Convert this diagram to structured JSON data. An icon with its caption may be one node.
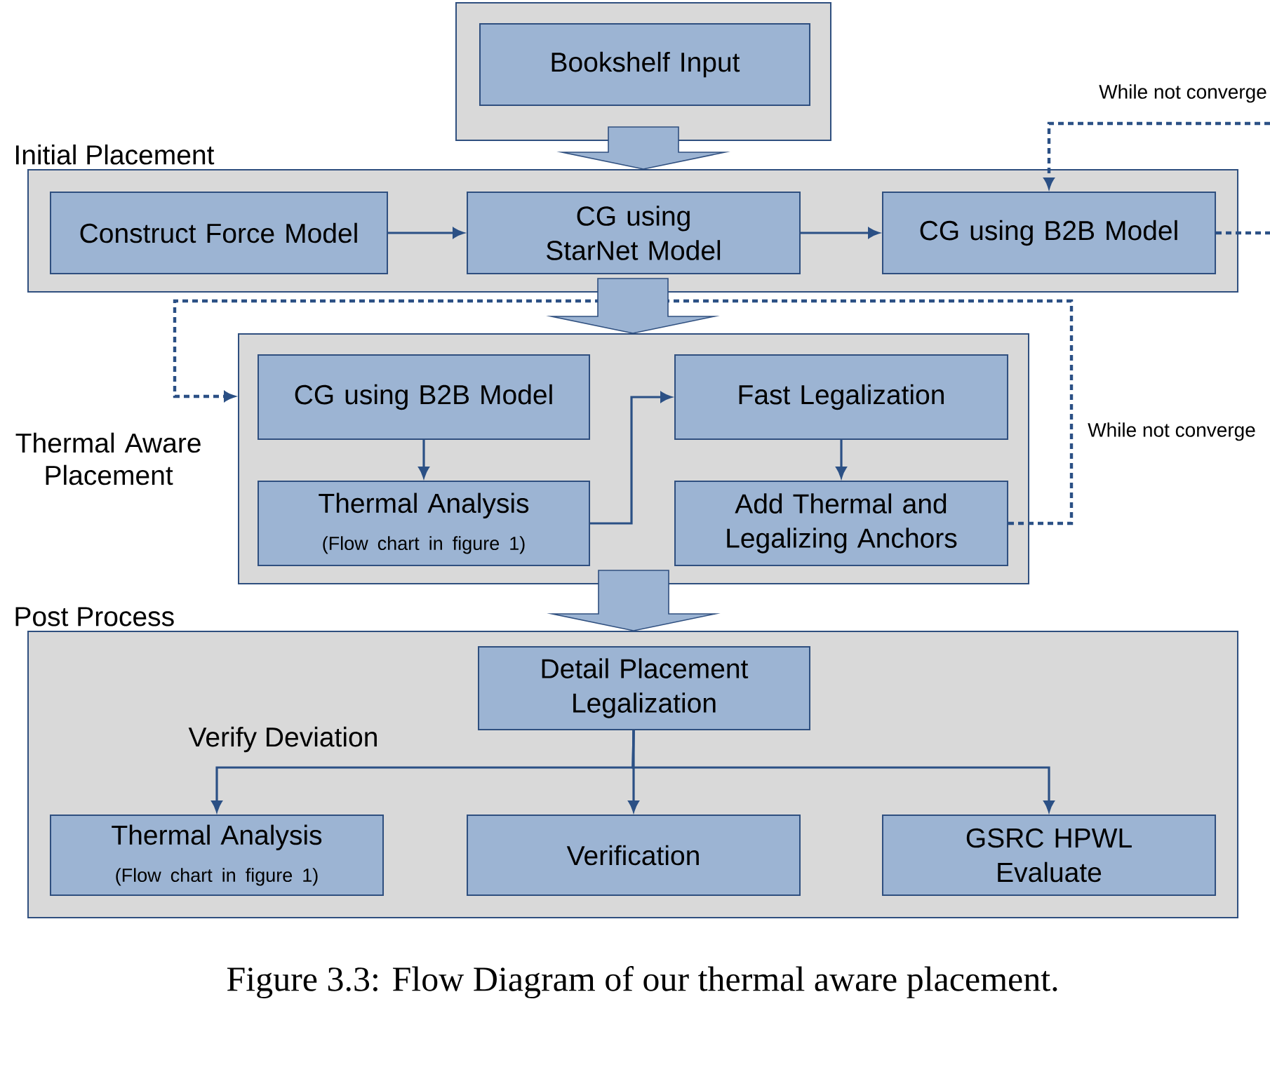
{
  "diagram": {
    "caption": "Figure 3.3: Flow Diagram of our thermal aware placement.",
    "nodes": [
      {
        "text": [],
        "shape": "box"
      },
      {
        "text": [
          "Bookshelf Input"
        ],
        "in": 0
      },
      {
        "text": [
          "Initial Placement"
        ]
      },
      {
        "text": [
          "Construct Force Model"
        ],
        "in": 2
      },
      {
        "text": [
          "CG using StarNet Model"
        ],
        "in": 2
      },
      {
        "text": [
          "CG using B2B Model"
        ],
        "in": 2
      },
      {
        "text": [
          "Thermal Aware Placement"
        ]
      },
      {
        "text": [
          "CG using B2B Model"
        ],
        "in": 6
      },
      {
        "text": [
          "Thermal Analysis",
          "(Flow chart in figure 1)"
        ],
        "in": 6
      },
      {
        "text": [
          "Fast Legalization"
        ],
        "in": 6
      },
      {
        "text": [
          "Add Thermal and Legalizing Anchors"
        ],
        "in": 6
      },
      {
        "text": [
          "Post Process"
        ]
      },
      {
        "text": [
          "Detail Placement Legalization"
        ],
        "in": 11
      },
      {
        "text": [
          "Thermal Analysis",
          "(Flow chart in figure 1)"
        ],
        "in": 11
      },
      {
        "text": [
          "Verification"
        ],
        "in": 11
      },
      {
        "text": [
          "GSRC HPWL Evaluate"
        ],
        "in": 11
      }
    ],
    "edges": [
      {
        "from": 0,
        "to": 2,
        "arrow": "to",
        "style": "thick"
      },
      {
        "from": 2,
        "to": 6,
        "arrow": "to",
        "style": "thick"
      },
      {
        "from": 6,
        "to": 11,
        "arrow": "to",
        "style": "thick"
      },
      {
        "from": 3,
        "to": 4,
        "arrow": "to"
      },
      {
        "from": 4,
        "to": 5,
        "arrow": "to"
      },
      {
        "from": 5,
        "to": null,
        "arrow": "none",
        "style": "dashed"
      },
      {
        "from": null,
        "to": 5,
        "arrow": "to",
        "style": "dashed",
        "label": "While not converge"
      },
      {
        "from": 7,
        "to": 8,
        "arrow": "to"
      },
      {
        "from": 8,
        "to": 9,
        "arrow": "to"
      },
      {
        "from": 9,
        "to": 10,
        "arrow": "to"
      },
      {
        "from": 10,
        "to": 6,
        "arrow": "to",
        "style": "dashed",
        "label": "While not converge"
      },
      {
        "from": 12,
        "to": 13,
        "arrow": "to",
        "label": "Verify Deviation"
      },
      {
        "from": 12,
        "to": 14,
        "arrow": "to"
      },
      {
        "from": 12,
        "to": 15,
        "arrow": "to"
      }
    ]
  }
}
